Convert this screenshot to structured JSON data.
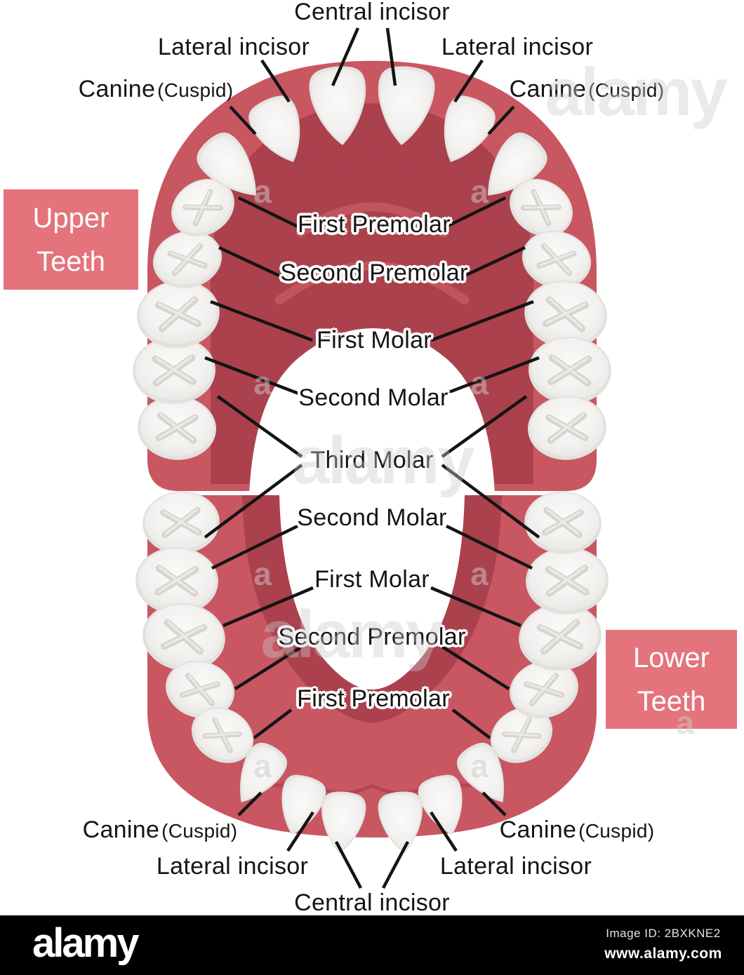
{
  "diagram": {
    "upper_box": "Upper Teeth",
    "lower_box": "Lower Teeth",
    "labels": {
      "central_incisor": "Central incisor",
      "lateral_incisor": "Lateral incisor",
      "canine": "Canine",
      "cuspid": "(Cuspid)",
      "first_premolar": "First Premolar",
      "second_premolar": "Second Premolar",
      "first_molar": "First Molar",
      "second_molar": "Second Molar",
      "third_molar": "Third Molar"
    },
    "colors": {
      "gum_light": "#c85762",
      "gum_dark": "#ab414d",
      "tooth": "#f1efed",
      "tooth_groove": "#d8d5d1",
      "label_box": "#e4737c",
      "line": "#141414"
    }
  },
  "watermark": {
    "brand": "alamy",
    "tile": "a",
    "image_id": "Image ID: 2BXKNE2",
    "url": "www.alamy.com"
  }
}
